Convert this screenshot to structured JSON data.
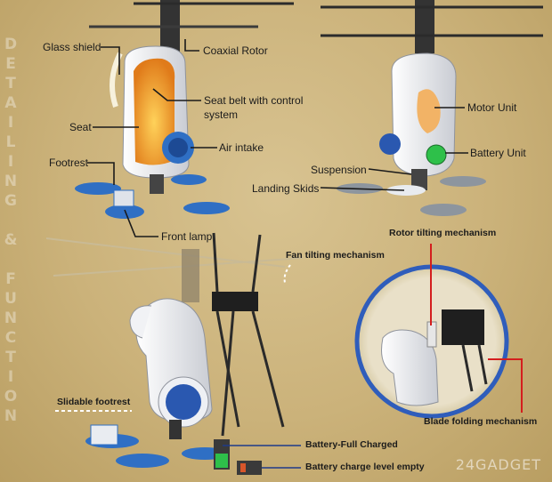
{
  "labels": {
    "glass_shield": "Glass shield",
    "coaxial_rotor": "Coaxial Rotor",
    "seat_belt": "Seat belt with control",
    "seat_belt_2": "system",
    "seat": "Seat",
    "air_intake": "Air intake",
    "footrest": "Footrest",
    "front_lamp": "Front lamp",
    "motor_unit": "Motor Unit",
    "battery_unit": "Battery Unit",
    "suspension": "Suspension",
    "landing_skids": "Landing Skids",
    "rotor_tilting": "Rotor tilting mechanism",
    "fan_tilting": "Fan tilting mechanism",
    "slidable_footrest": "Slidable footrest",
    "blade_folding": "Blade folding mechanism",
    "battery_full": "Battery-Full Charged",
    "battery_empty": "Battery charge level empty"
  },
  "side_text": "DETAILING & FUNCTION",
  "watermark": "24GADGET",
  "colors": {
    "background": "#cbb27a",
    "body_white": "#f1f2f5",
    "accent_blue": "#2f6fc4",
    "dots_blue": "#2a58b0",
    "interior_orange": "#e98a22",
    "battery_green": "#2ec04a",
    "callout_line": "#1e3a8a",
    "callout_red": "#d41e1e"
  }
}
